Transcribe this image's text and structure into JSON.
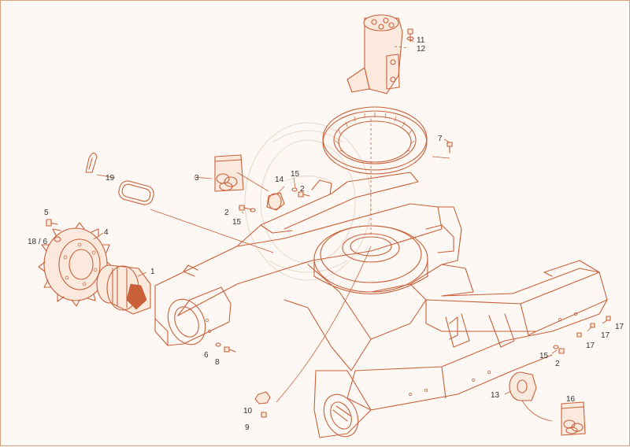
{
  "accent_color": "#c9603a",
  "background_color": "#fdf8f3",
  "part_labels": {
    "p1": "1",
    "p2a": "2",
    "p2b": "2",
    "p2c": "2",
    "p3": "3",
    "p4": "4",
    "p5": "5",
    "p6": "6",
    "p7": "7",
    "p8": "8",
    "p9": "9",
    "p10": "10",
    "p11": "11",
    "p12": "12",
    "p13": "13",
    "p14": "14",
    "p15a": "15",
    "p15b": "15",
    "p15c": "15",
    "p16": "16",
    "p17a": "17",
    "p17b": "17",
    "p17c": "17",
    "p18_6": "18 / 6",
    "p19": "19"
  }
}
